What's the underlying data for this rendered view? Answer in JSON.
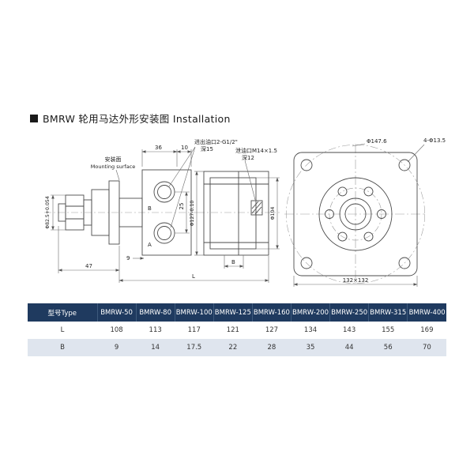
{
  "page": {
    "title": "BMRW 轮用马达外形安装图 Installation"
  },
  "drawing": {
    "mounting_cn": "安装面",
    "mounting_en": "Mounting surface",
    "shaft_dia": "Φ82.5+0.054",
    "d36": "36",
    "d10": "10",
    "d47": "47",
    "d9": "9",
    "d25": "25",
    "dL": "L",
    "dB_dim": "B",
    "port_line1": "进出油口2-G1/2\"",
    "port_line2": "深15",
    "drain_line1": "泄油口M14×1.5",
    "drain_line2": "深12",
    "dia127": "Φ127-0.10",
    "dia104": "Φ104",
    "port_a": "A",
    "port_b": "B",
    "dia1476": "Φ147.6",
    "corner_holes": "4-Φ13.5",
    "square": "132×132"
  },
  "table": {
    "header": [
      "型号Type",
      "BMRW-50",
      "BMRW-80",
      "BMRW-100",
      "BMRW-125",
      "BMRW-160",
      "BMRW-200",
      "BMRW-250",
      "BMRW-315",
      "BMRW-400"
    ],
    "rows": [
      {
        "label": "L",
        "values": [
          "108",
          "113",
          "117",
          "121",
          "127",
          "134",
          "143",
          "155",
          "169"
        ]
      },
      {
        "label": "B",
        "values": [
          "9",
          "14",
          "17.5",
          "22",
          "28",
          "35",
          "44",
          "56",
          "70"
        ]
      }
    ]
  },
  "colors": {
    "table_header_bg": "#1f3a5f",
    "table_alt_row_bg": "#dfe5ee",
    "line_color": "#4b4b4b"
  }
}
